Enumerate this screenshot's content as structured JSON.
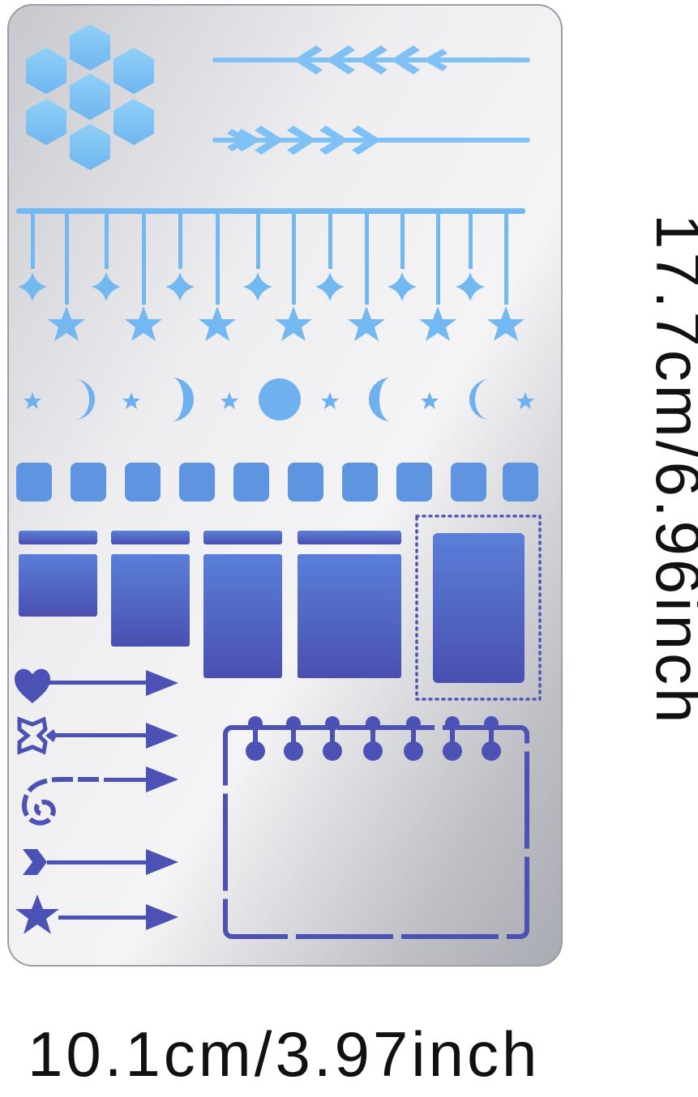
{
  "dimensions": {
    "width_label": "10.1cm/3.97inch",
    "height_label": "17.7cm/6.96inch"
  },
  "product": {
    "type": "metal journal stencil",
    "motifs": [
      "hexagon-cluster",
      "wheat-border",
      "hanging-stars",
      "moon-phases",
      "squares",
      "boxes",
      "arrows",
      "notepad-frame"
    ]
  },
  "colors": {
    "plate_light": "#e6e6ea",
    "plate_dark": "#a8aab2",
    "cutout_light": "#8ac8f5",
    "cutout_mid": "#6aa5e8",
    "cutout_dark": "#4a55b6"
  }
}
